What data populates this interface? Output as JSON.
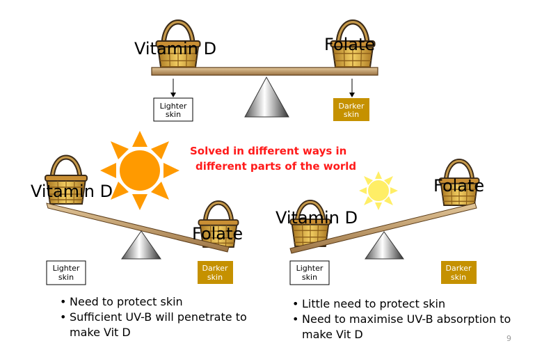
{
  "top": {
    "left_label": "Vitamin D",
    "right_label": "Folate",
    "left_box": "Lighter skin",
    "right_box": "Darker skin"
  },
  "center_text": {
    "line1": "Solved in different ways in",
    "line2": "different parts of the world"
  },
  "left": {
    "left_label": "Vitamin D",
    "right_label": "Folate",
    "left_box": "Lighter skin",
    "right_box": "Darker skin",
    "bullets": [
      "Need to protect skin",
      "Sufficient UV-B will penetrate to make Vit D"
    ]
  },
  "right": {
    "left_label": "Vitamin D",
    "right_label": "Folate",
    "left_box": "Lighter skin",
    "right_box": "Darker skin",
    "bullets": [
      "Little need to protect skin",
      "Need to maximise UV-B absorption to make Vit D"
    ]
  },
  "page_number": "9",
  "colors": {
    "dark_box": "#c59100",
    "sun_strong": "#ff9a00",
    "sun_faint": "#ffee66",
    "plank": "#c8a06e",
    "text_red": "#ff1a1a"
  }
}
